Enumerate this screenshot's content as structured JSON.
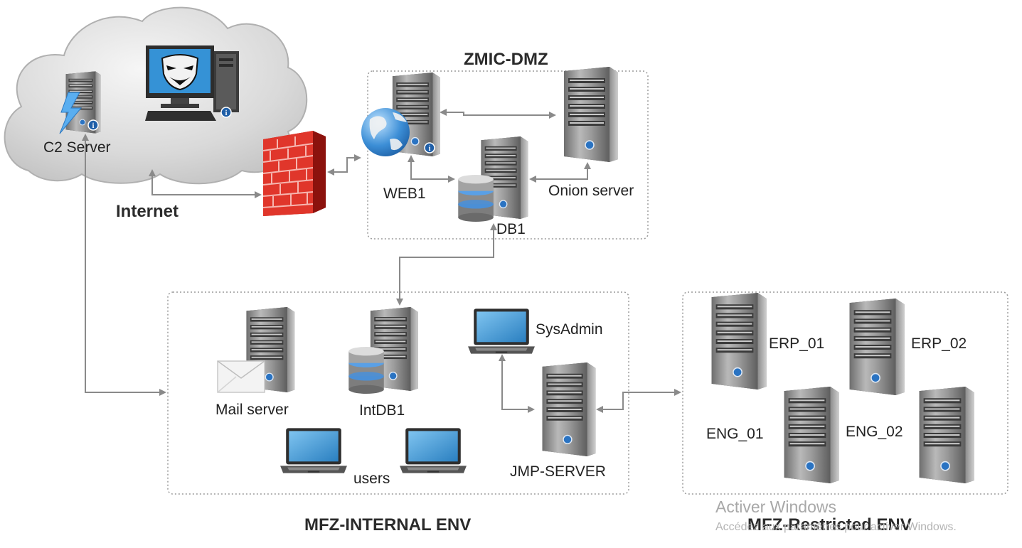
{
  "zones": {
    "dmz_title": "ZMIC-DMZ",
    "internal_title": "MFZ-INTERNAL ENV",
    "restricted_title": "MFZ-Restricted ENV",
    "internet_label": "Internet"
  },
  "nodes": {
    "c2_server": "C2 Server",
    "web1": "WEB1",
    "db1": "DB1",
    "onion_server": "Onion server",
    "mail_server": "Mail server",
    "intdb1": "IntDB1",
    "sysadmin": "SysAdmin",
    "jmp_server": "JMP-SERVER",
    "users": "users",
    "erp_01": "ERP_01",
    "erp_02": "ERP_02",
    "eng_01": "ENG_01",
    "eng_02": "ENG_02"
  },
  "watermark": {
    "line1": "Activer Windows",
    "line2": "Accédez aux paramètres pour activer Windows."
  }
}
